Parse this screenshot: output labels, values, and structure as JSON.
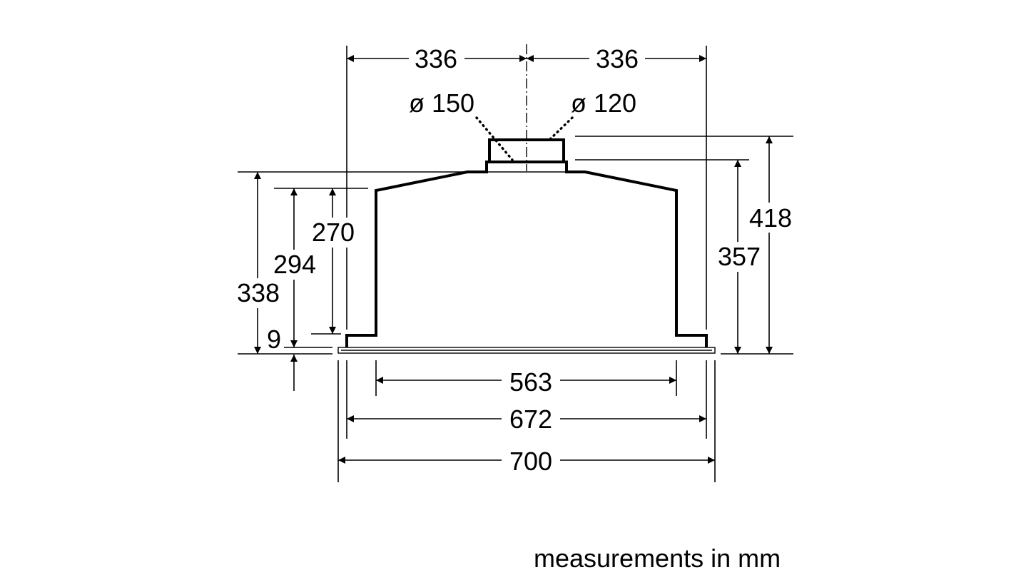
{
  "dimensions": {
    "top_left_half": "336",
    "top_right_half": "336",
    "duct_diameter_large": "ø 150",
    "duct_diameter_small": "ø 120",
    "total_height": "418",
    "height_to_collar": "357",
    "body_height_outer": "338",
    "body_height_mid": "294",
    "body_height_inner": "270",
    "frame_thickness": "9",
    "inner_width": "563",
    "cutout_width": "672",
    "overall_width": "700"
  },
  "caption": "measurements in mm"
}
